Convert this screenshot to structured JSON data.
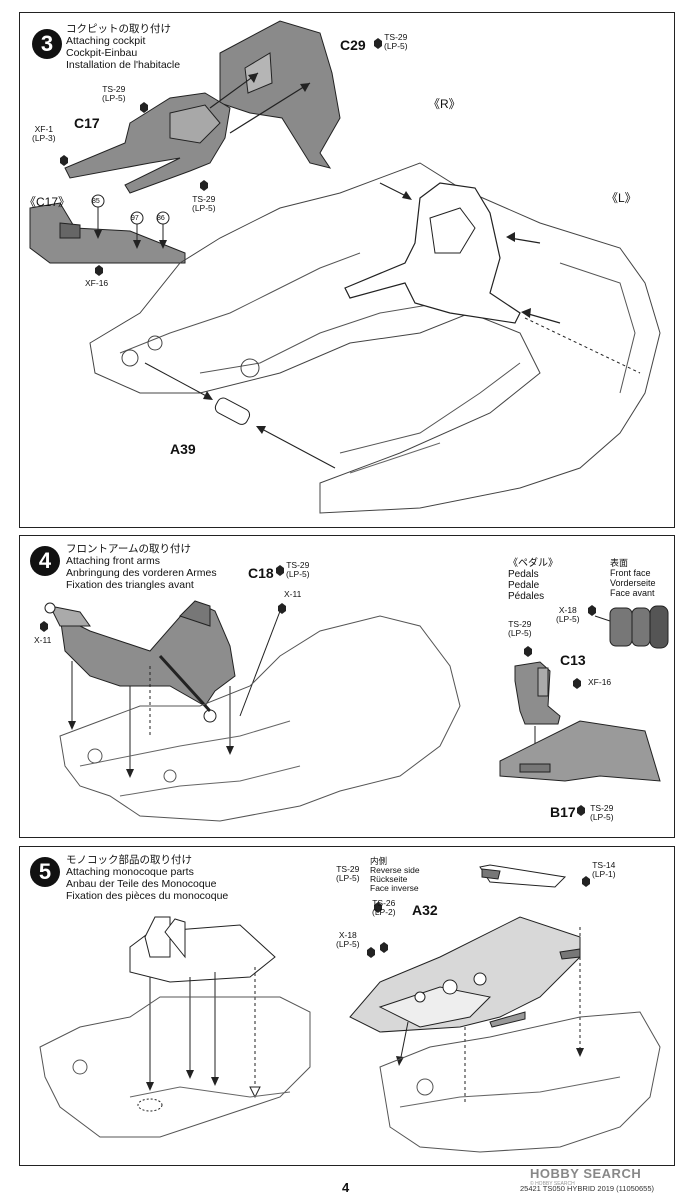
{
  "steps": [
    {
      "number": "3",
      "titles": [
        "コクピットの取り付け",
        "Attaching cockpit",
        "Cockpit-Einbau",
        "Installation de l'habitacle"
      ],
      "labels": {
        "c29": "C29",
        "c29_paint": "TS-29",
        "c29_paint2": "(LP-5)",
        "c17": "C17",
        "c17_paint": "TS-29",
        "c17_paint2": "(LP-5)",
        "xf1": "XF-1",
        "xf1_2": "(LP-3)",
        "ts29_bottom": "TS-29",
        "ts29_bottom2": "(LP-5)",
        "c17_detail": "《C17》",
        "xf16": "XF-16",
        "decal_85a": "85",
        "decal_97": "97",
        "decal_86b": "86",
        "r_view": "《R》",
        "l_view": "《L》",
        "a39": "A39"
      }
    },
    {
      "number": "4",
      "titles": [
        "フロントアームの取り付け",
        "Attaching front arms",
        "Anbringung des vorderen Armes",
        "Fixation des triangles avant"
      ],
      "labels": {
        "c18": "C18",
        "c18_paint": "TS-29",
        "c18_paint2": "(LP-5)",
        "x11_right": "X-11",
        "x11_left": "X-11",
        "pedals_jp": "《ペダル》",
        "pedals_en": "Pedals",
        "pedals_de": "Pedale",
        "pedals_fr": "Pédales",
        "front_jp": "表面",
        "front_en": "Front face",
        "front_de": "Vorderseite",
        "front_fr": "Face avant",
        "x18": "X-18",
        "x18_2": "(LP-5)",
        "ts29_pedal": "TS-29",
        "ts29_pedal2": "(LP-5)",
        "c13": "C13",
        "xf16": "XF-16",
        "b17": "B17",
        "b17_paint": "TS-29",
        "b17_paint2": "(LP-5)"
      }
    },
    {
      "number": "5",
      "titles": [
        "モノコック部品の取り付け",
        "Attaching monocoque parts",
        "Anbau der Teile des Monocoque",
        "Fixation des pièces du monocoque"
      ],
      "labels": {
        "ts29": "TS-29",
        "ts29_2": "(LP-5)",
        "rev_jp": "内側",
        "rev_en": "Reverse side",
        "rev_de": "Rückseite",
        "rev_fr": "Face inverse",
        "ts26": "TS-26",
        "ts26_2": "(LP-2)",
        "a32": "A32",
        "x18": "X-18",
        "x18_2": "(LP-5)",
        "ts14": "TS-14",
        "ts14_2": "(LP-1)"
      }
    }
  ],
  "footer": {
    "page": "4",
    "code": "25421 TS050 HYBRID 2019 (11050655)",
    "watermark": "HOBBY SEARCH",
    "watermark_sub": "© HOBBY SEARCH"
  }
}
